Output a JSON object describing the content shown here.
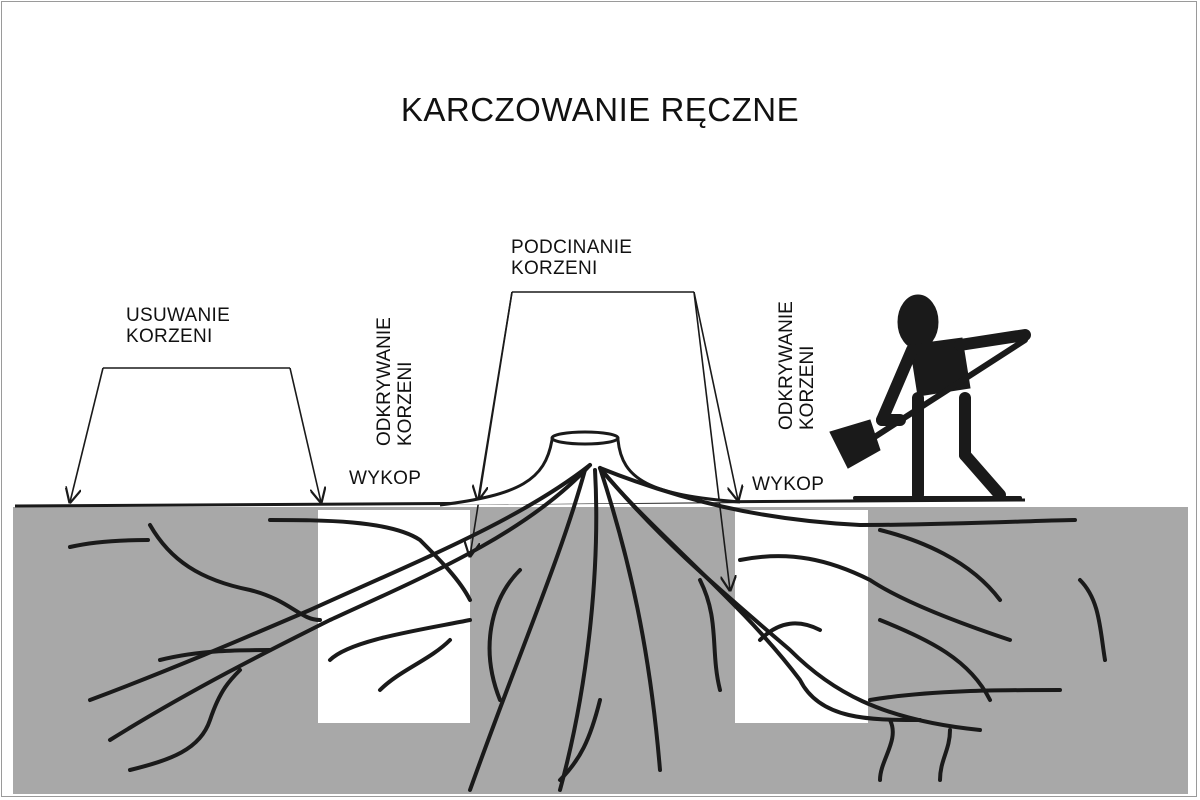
{
  "title": "KARCZOWANIE RĘCZNE",
  "labels": {
    "root_removal": [
      "USUWANIE",
      "KORZENI"
    ],
    "root_uncovering_left": [
      "ODKRYWANIE",
      "KORZENI"
    ],
    "root_cutting": [
      "PODCINANIE",
      "KORZENI"
    ],
    "root_uncovering_right": [
      "ODKRYWANIE",
      "KORZENI"
    ],
    "trench_left": "WYKOP",
    "trench_right": "WYKOP"
  },
  "colors": {
    "soil": "#a8a8a8",
    "ink": "#1a1a1a",
    "trench": "#ffffff"
  }
}
